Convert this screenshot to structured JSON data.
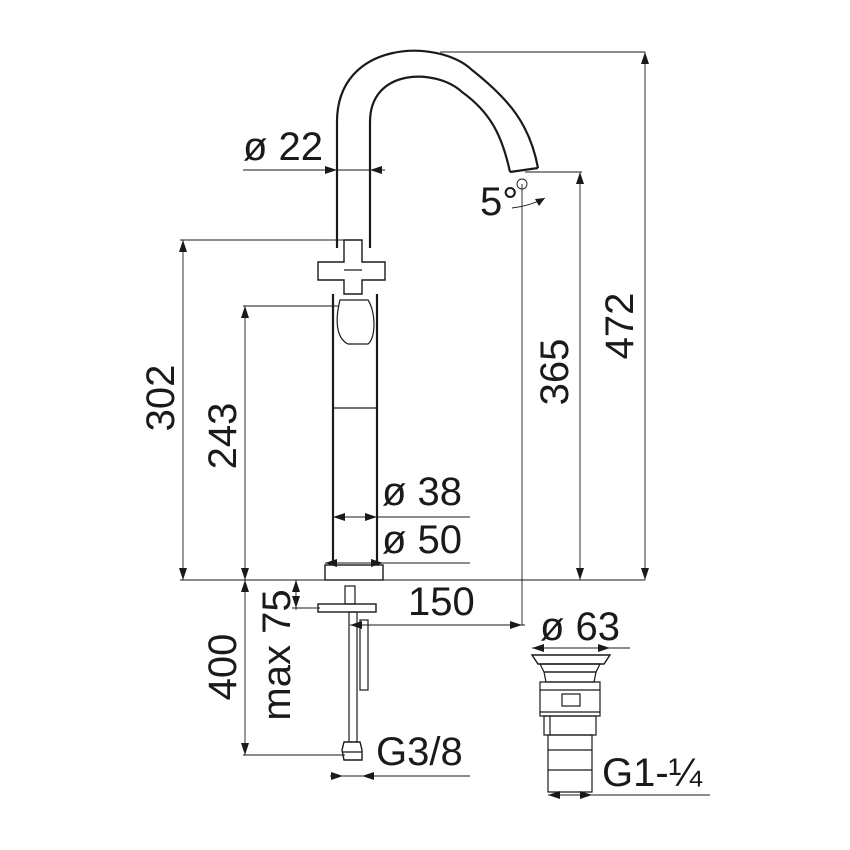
{
  "labels": {
    "diameter_22": "ø 22",
    "angle_5": "5°",
    "height_472": "472",
    "height_365": "365",
    "height_302": "302",
    "height_243": "243",
    "diameter_38": "ø 38",
    "diameter_50": "ø 50",
    "reach_150": "150",
    "max_75": "max 75",
    "length_400": "400",
    "thread_g3_8": "G3/8",
    "diameter_63": "ø 63",
    "thread_g1_1_4": "G1-¼"
  }
}
